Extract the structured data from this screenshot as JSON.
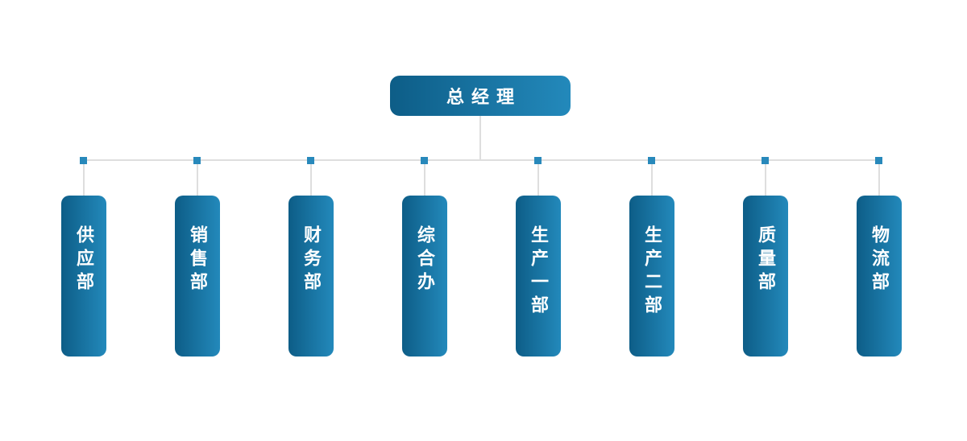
{
  "diagram": {
    "type": "org-chart",
    "root": {
      "label": "总经理"
    },
    "departments": [
      {
        "label": "供应部"
      },
      {
        "label": "销售部"
      },
      {
        "label": "财务部"
      },
      {
        "label": "综合办"
      },
      {
        "label": "生产一部"
      },
      {
        "label": "生产二部"
      },
      {
        "label": "质量部"
      },
      {
        "label": "物流部"
      }
    ],
    "colors": {
      "node_gradient_start": "#0d5d87",
      "node_gradient_end": "#2389bb",
      "connector_line": "#dedede",
      "junction_square": "#2889bb",
      "text": "#ffffff",
      "background": "#ffffff"
    }
  }
}
